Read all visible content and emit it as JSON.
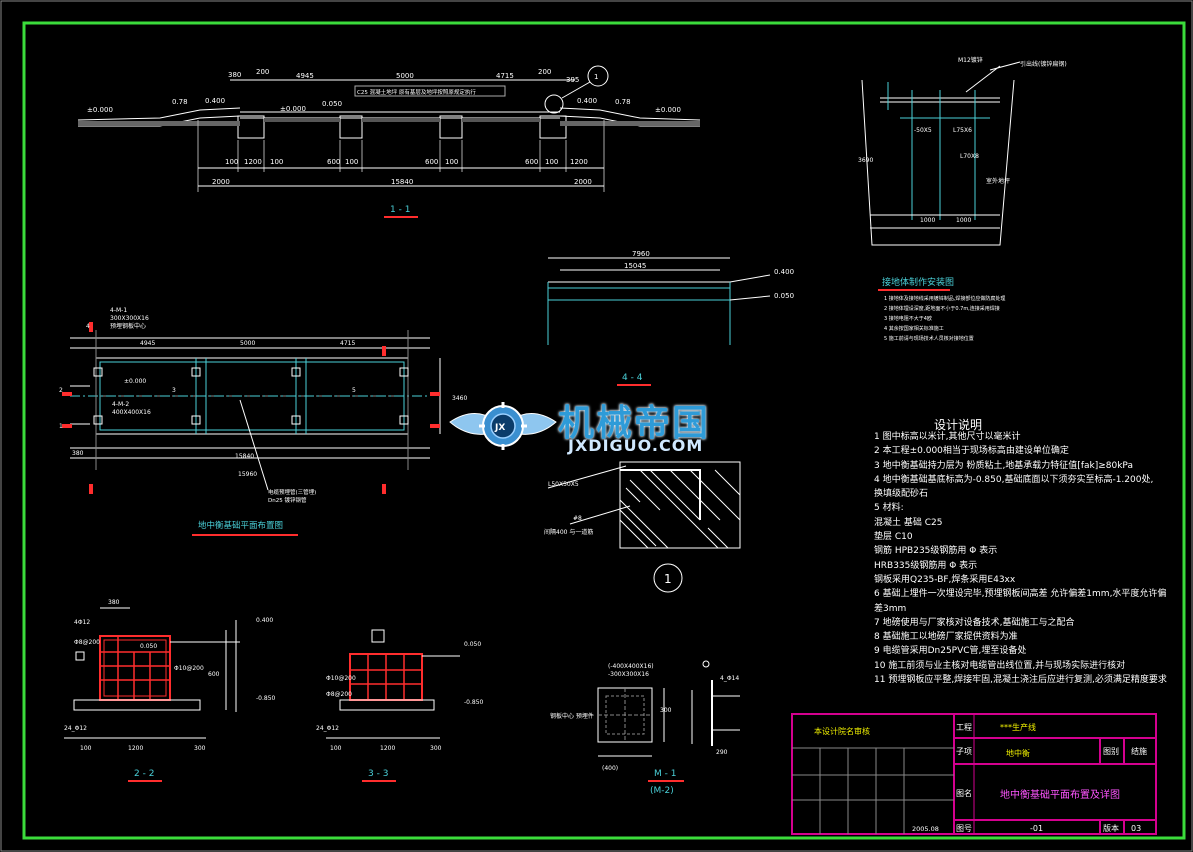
{
  "colors": {
    "frame": "#3bdc3b",
    "section_label": "#4ad0d8",
    "dim": "#ffffff",
    "rebar": "#ff2d2d",
    "title_underline": "#ff2d2d",
    "titleblock": "#d4008f",
    "text_yellow": "#f0f000",
    "magenta": "#ff55ff"
  },
  "section_1_1": {
    "label": "1 - 1",
    "circle": "1",
    "levels": [
      "±0.000",
      "0.400",
      "±0.000",
      "0.050",
      "0.400",
      "±0.000"
    ],
    "slopes": [
      "0.78",
      "0.78"
    ],
    "top_dims": [
      "380",
      "200",
      "4945",
      "5000",
      "4715",
      "200",
      "395"
    ],
    "mid_dims": [
      "100",
      "1200",
      "100",
      "600",
      "100",
      "600",
      "100",
      "600",
      "100",
      "1200"
    ],
    "bottom_dims": [
      "2000",
      "15840",
      "2000"
    ],
    "note": "C25 混凝土地坪  原有基层及地坪按照原规定执行"
  },
  "earth_device": {
    "title": "接地体制作安装图",
    "labels": [
      "M12镀锌",
      "引出线(镀锌扁钢)",
      "-50X5",
      "L75X6",
      "L70X8",
      "3690",
      "1000",
      "1000",
      "室外地坪"
    ],
    "notes": [
      "1  接地体及接地线采用镀锌制品,焊接部位应做防腐处理",
      "2  接地体埋设深度,距地面不小于0.7m,连接采用焊接",
      "3  接地电阻不大于4欧",
      "4  其余按国家相关标准施工",
      "5  施工前请与现场技术人员核对接地位置"
    ]
  },
  "section_4_4": {
    "label": "4 - 4",
    "dims": [
      "7960",
      "15045"
    ],
    "levels": [
      "0.400",
      "0.050"
    ]
  },
  "plan": {
    "title": "地中衡基础平面布置图",
    "labels": [
      "4-M-1",
      "300X300X16",
      "4-M-2",
      "400X400X16",
      "预埋钢板中心",
      "±0.000",
      "15960",
      "4945",
      "5000",
      "4715",
      "380",
      "15840",
      "3460",
      "电缆预埋管(三管埋)",
      "Dn25 镀锌钢管"
    ],
    "grid_marks": [
      "1",
      "2",
      "3",
      "4",
      "5"
    ]
  },
  "detail_1": {
    "circle": "1",
    "labels": [
      "L50X50X5",
      "#8",
      "间隔400 与一道筋"
    ]
  },
  "section_2_2": {
    "label": "2 - 2",
    "levels": [
      "0.400",
      "0.050",
      "-0.850"
    ],
    "dims": [
      "380",
      "1200",
      "300",
      "100",
      "600"
    ],
    "rebar_labels": [
      "4Φ12",
      "Φ8@200",
      "Φ10@200",
      "24_Φ12"
    ]
  },
  "section_3_3": {
    "label": "3 - 3",
    "levels": [
      "0.050",
      "-0.850"
    ],
    "dims": [
      "1200",
      "300",
      "100"
    ],
    "rebar_labels": [
      "Φ10@200",
      "Φ8@200",
      "24_Φ12"
    ]
  },
  "m1": {
    "label": "M - 1",
    "sub": "(M-2)",
    "labels": [
      "(-400X400X16)",
      "-300X300X16",
      "钢板中心  预埋件",
      "300",
      "(400)",
      "290",
      "4_Φ14"
    ]
  },
  "watermark": {
    "text": "机械帝国",
    "url": "JXDIGUO.COM"
  },
  "design_notes": {
    "title": "设计说明",
    "lines": [
      "1  图中标高以米计,其他尺寸以毫米计",
      "2  本工程±0.000相当于现场标高由建设单位确定",
      "3  地中衡基础持力层为  粉质粘土,地基承载力特征值[fak]≥80kPa",
      "4  地中衡基础基底标高为-0.850,基础底面以下须夯实至标高-1.200处,",
      "   换填级配砂石",
      "5  材料:",
      "   混凝土      基础 C25",
      "               垫层  C10",
      "   钢筋        HPB235级钢筋用 Φ 表示",
      "               HRB335级钢筋用 Φ 表示",
      "               钢板采用Q235-BF,焊条采用E43xx",
      "6  基础上埋件一次埋设完毕,预埋钢板间高差    允许偏差1mm,水平度允许偏差3mm",
      "7  地磅使用与厂家核对设备技术,基础施工与之配合",
      "8  基础施工以地磅厂家提供资料为准",
      "9  电缆管采用Dn25PVC管,埋至设备处",
      "10 施工前须与业主核对电缆管出线位置,并与现场实际进行核对",
      "11 预埋钢板应平整,焊接牢固,混凝土浇注后应进行复测,必须满足精度要求"
    ]
  },
  "title_block": {
    "approval": "本设计院名审核",
    "project_label": "工程",
    "project": "***生产线",
    "item_label": "子项",
    "item": "地中衡",
    "stage_label": "图别",
    "stage": "结施",
    "drawing_label": "图名",
    "drawing": "地中衡基础平面布置及详图",
    "number_label": "图号",
    "number": "-01",
    "version_label": "版本",
    "version": "03",
    "date": "2005.08"
  }
}
